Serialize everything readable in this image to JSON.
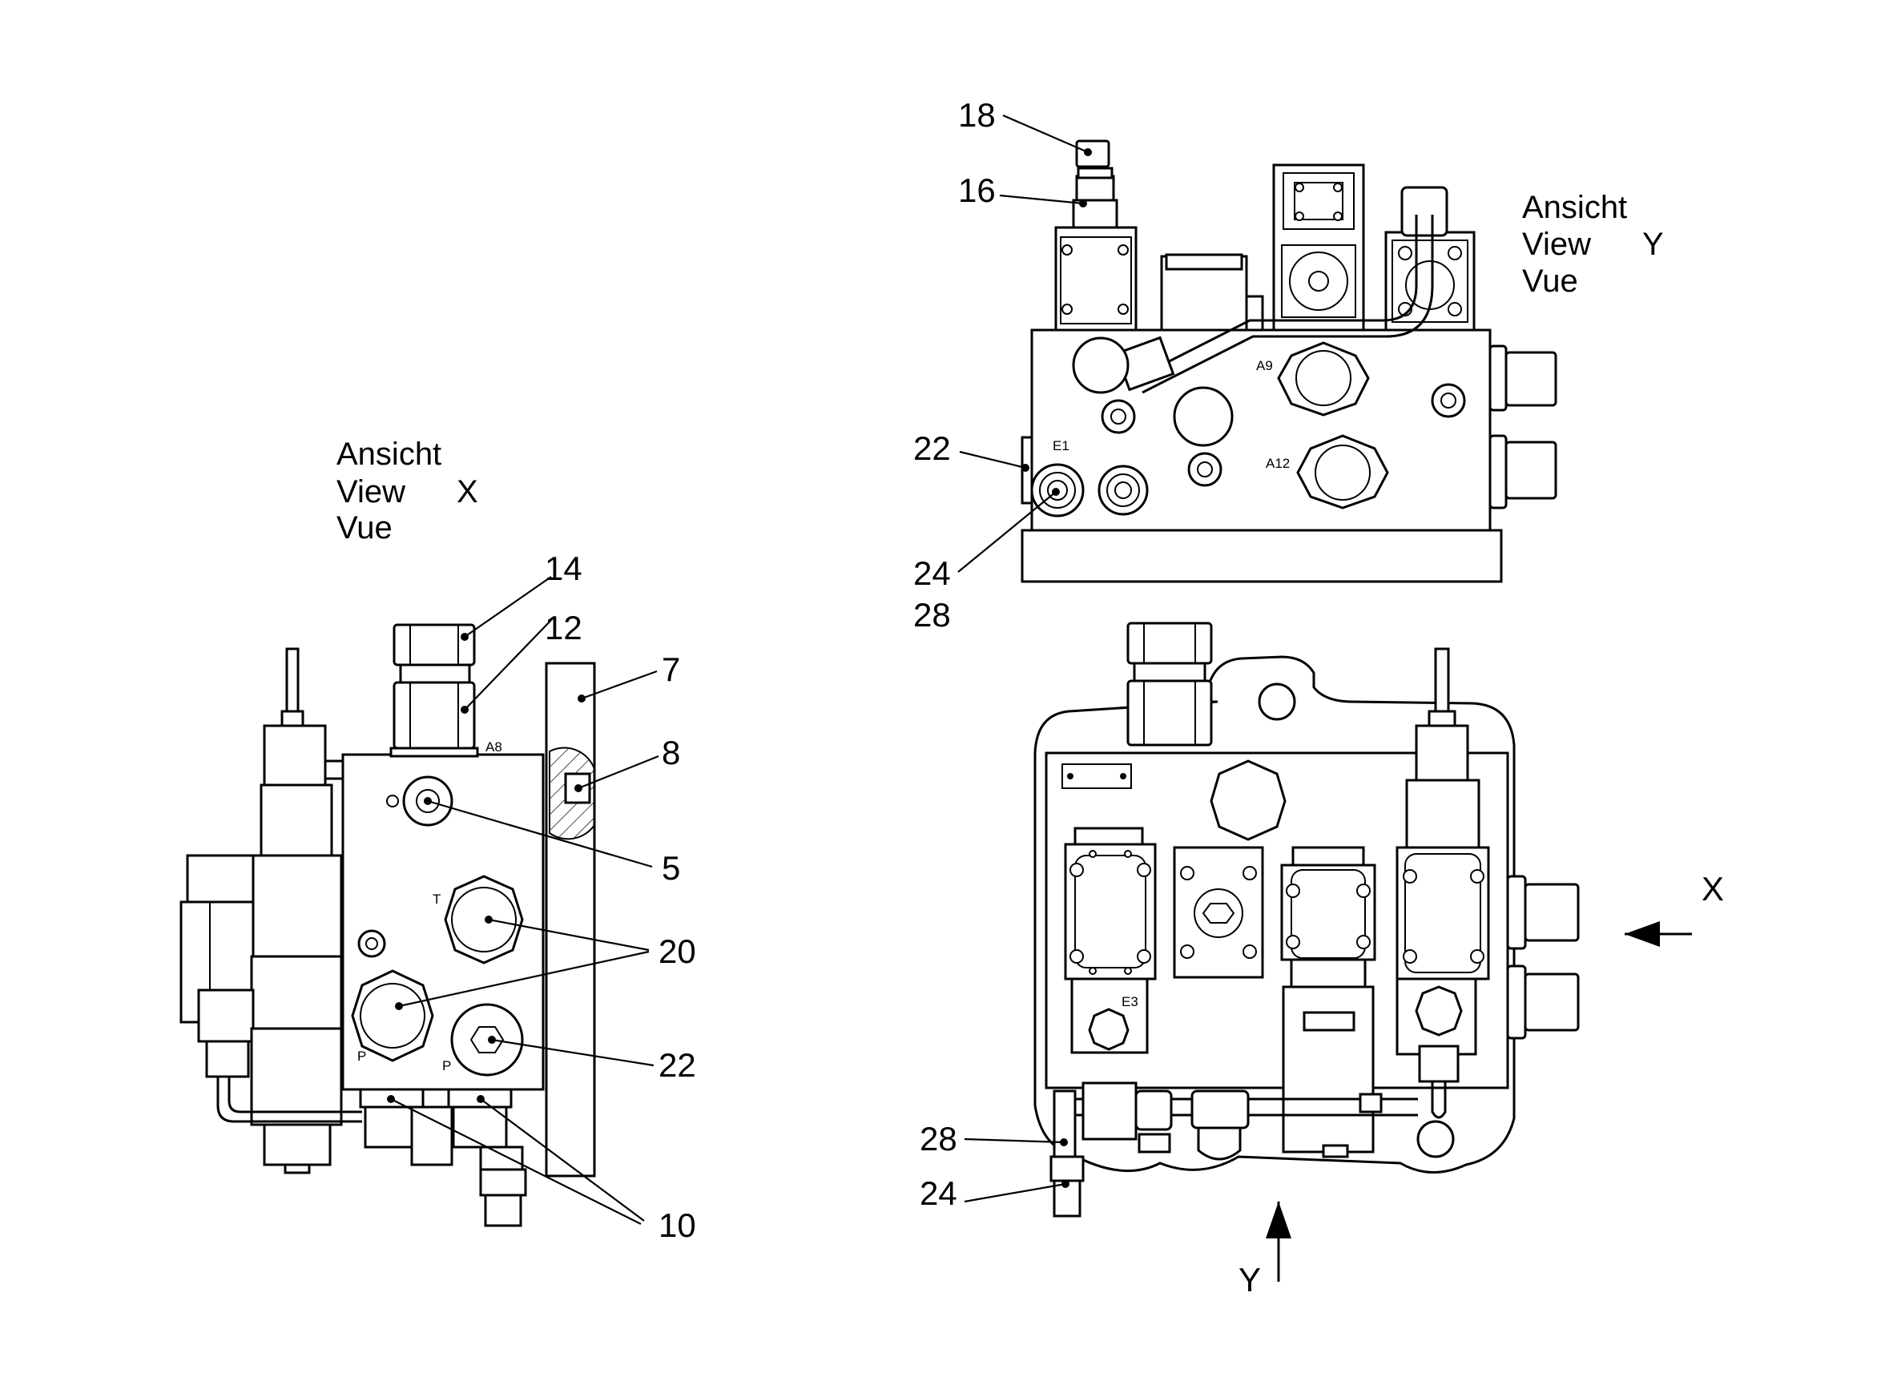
{
  "view_x": {
    "line1": "Ansicht",
    "line2": "View",
    "letter": "X",
    "line3": "Vue"
  },
  "view_y": {
    "line1": "Ansicht",
    "line2": "View",
    "letter": "Y",
    "line3": "Vue"
  },
  "arrow_labels": {
    "x": "X",
    "y": "Y"
  },
  "ports": {
    "a8": "A8",
    "t": "T",
    "p1": "P",
    "p2": "P",
    "a9": "A9",
    "e1": "E1",
    "a12": "A12",
    "e3": "E3"
  },
  "callouts_left": {
    "c14": "14",
    "c12": "12",
    "c7": "7",
    "c8": "8",
    "c5": "5",
    "c20": "20",
    "c22": "22",
    "c10": "10"
  },
  "callouts_top": {
    "c18": "18",
    "c16": "16",
    "c22": "22",
    "c24": "24",
    "c28": "28"
  },
  "callouts_bottom": {
    "c28": "28",
    "c24": "24"
  }
}
